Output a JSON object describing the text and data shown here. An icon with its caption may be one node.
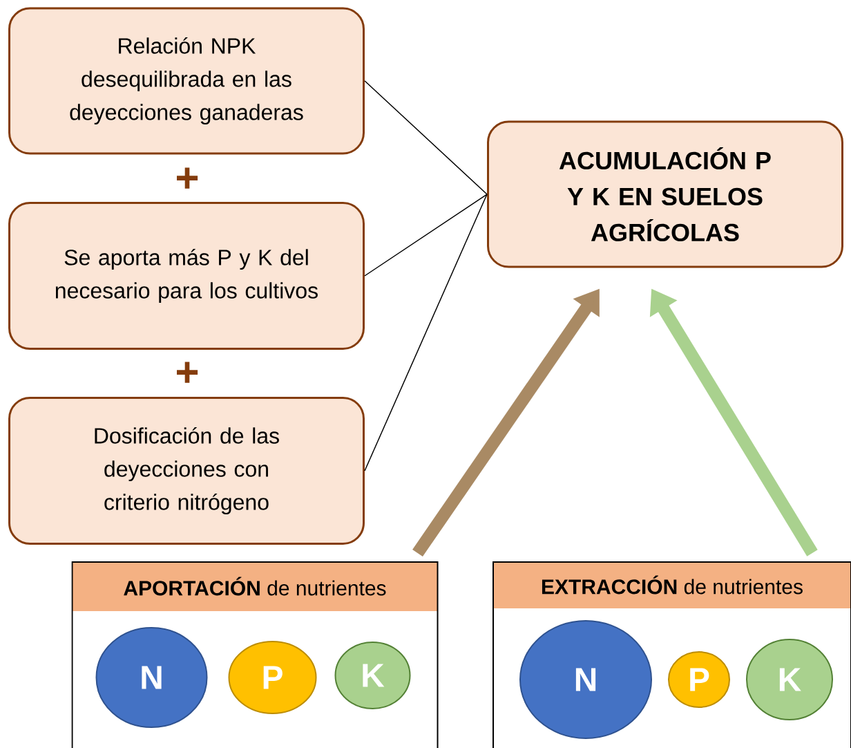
{
  "diagram": {
    "nodes": [
      {
        "text": [
          "Relación NPK desequilibrada en las deyecciones ganaderas"
        ]
      },
      {
        "text": [
          "Se aporta más P y K del necesario para los cultivos"
        ]
      },
      {
        "text": [
          "Dosificación de las deyecciones con criterio nitrógeno"
        ]
      },
      {
        "text": [
          "ACUMULACIÓN P Y K EN SUELOS AGRÍCOLAS"
        ]
      },
      {
        "text": [
          "**APORTACIÓN** de nutrientes"
        ]
      },
      {
        "text": [
          "N"
        ],
        "in": 4
      },
      {
        "text": [
          "P"
        ],
        "in": 4
      },
      {
        "text": [
          "K"
        ],
        "in": 4
      },
      {
        "text": [
          "**EXTRACCIÓN** de nutrientes"
        ]
      },
      {
        "text": [
          "N"
        ],
        "in": 8
      },
      {
        "text": [
          "P"
        ],
        "in": 8
      },
      {
        "text": [
          "K"
        ],
        "in": 8
      }
    ],
    "edges": [
      {
        "from": 0,
        "to": 3,
        "arrow": "none"
      },
      {
        "from": 1,
        "to": 3,
        "arrow": "none"
      },
      {
        "from": 2,
        "to": 3,
        "arrow": "none"
      },
      {
        "from": 4,
        "to": 3,
        "arrow": "to",
        "style": "thick",
        "color": "#a98a64"
      },
      {
        "from": 8,
        "to": 3,
        "arrow": "to",
        "style": "thick",
        "color": "#a9d18e"
      }
    ],
    "labels": [
      "+",
      "+"
    ]
  }
}
